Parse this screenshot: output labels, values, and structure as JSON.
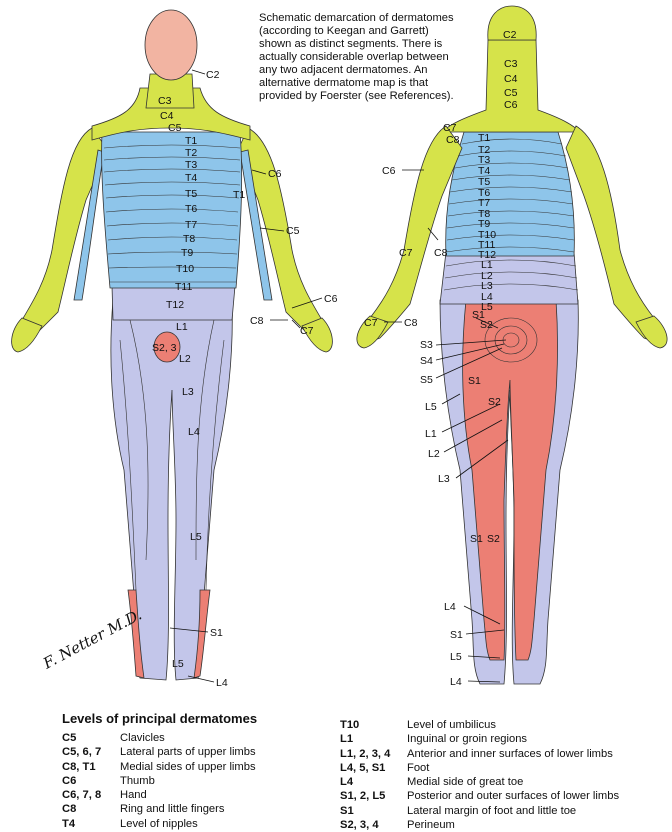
{
  "note": [
    "Schematic demarcation of dermatomes",
    "(according to Keegan and Garrett)",
    "shown as distinct segments. There is",
    "actually considerable overlap between",
    "any two adjacent dermatomes. An",
    "alternative dermatome map is that",
    "provided by Foerster (see References)."
  ],
  "signature": "F. Netter M.D.",
  "colors": {
    "cervical": "#d6e34a",
    "thoracic": "#8ec5ea",
    "lumbar": "#c3c6ea",
    "sacral": "#ec7f74",
    "skin": "#f2b4a2",
    "line": "#333333"
  },
  "front_labels": [
    {
      "id": "f-c2",
      "text": "C2"
    },
    {
      "id": "f-c3",
      "text": "C3"
    },
    {
      "id": "f-c4",
      "text": "C4"
    },
    {
      "id": "f-c5",
      "text": "C5"
    },
    {
      "id": "f-t1",
      "text": "T1"
    },
    {
      "id": "f-t2",
      "text": "T2"
    },
    {
      "id": "f-t3",
      "text": "T3"
    },
    {
      "id": "f-t4",
      "text": "T4"
    },
    {
      "id": "f-t5",
      "text": "T5"
    },
    {
      "id": "f-t6",
      "text": "T6"
    },
    {
      "id": "f-t7",
      "text": "T7"
    },
    {
      "id": "f-t8",
      "text": "T8"
    },
    {
      "id": "f-t9",
      "text": "T9"
    },
    {
      "id": "f-t10",
      "text": "T10"
    },
    {
      "id": "f-t11",
      "text": "T11"
    },
    {
      "id": "f-t12",
      "text": "T12"
    },
    {
      "id": "f-t1arm",
      "text": "T1"
    },
    {
      "id": "f-c6",
      "text": "C6"
    },
    {
      "id": "f-c5arm",
      "text": "C5"
    },
    {
      "id": "f-c6hand",
      "text": "C6"
    },
    {
      "id": "f-c8",
      "text": "C8"
    },
    {
      "id": "f-c7",
      "text": "C7"
    },
    {
      "id": "f-l1",
      "text": "L1"
    },
    {
      "id": "f-s23",
      "text": "S2, 3"
    },
    {
      "id": "f-l2",
      "text": "L2"
    },
    {
      "id": "f-l3",
      "text": "L3"
    },
    {
      "id": "f-l4",
      "text": "L4"
    },
    {
      "id": "f-l5",
      "text": "L5"
    },
    {
      "id": "f-s1",
      "text": "S1"
    },
    {
      "id": "f-l5foot",
      "text": "L5"
    },
    {
      "id": "f-l4foot",
      "text": "L4"
    }
  ],
  "back_labels": [
    {
      "id": "b-c2",
      "text": "C2"
    },
    {
      "id": "b-c3",
      "text": "C3"
    },
    {
      "id": "b-c4",
      "text": "C4"
    },
    {
      "id": "b-c5",
      "text": "C5"
    },
    {
      "id": "b-c6",
      "text": "C6"
    },
    {
      "id": "b-c7",
      "text": "C7"
    },
    {
      "id": "b-c8",
      "text": "C8"
    },
    {
      "id": "b-t1",
      "text": "T1"
    },
    {
      "id": "b-t2",
      "text": "T2"
    },
    {
      "id": "b-t3",
      "text": "T3"
    },
    {
      "id": "b-t4",
      "text": "T4"
    },
    {
      "id": "b-t5",
      "text": "T5"
    },
    {
      "id": "b-t6",
      "text": "T6"
    },
    {
      "id": "b-t7",
      "text": "T7"
    },
    {
      "id": "b-t8",
      "text": "T8"
    },
    {
      "id": "b-t9",
      "text": "T9"
    },
    {
      "id": "b-t10",
      "text": "T10"
    },
    {
      "id": "b-t11",
      "text": "T11"
    },
    {
      "id": "b-t12",
      "text": "T12"
    },
    {
      "id": "b-l1",
      "text": "L1"
    },
    {
      "id": "b-l2",
      "text": "L2"
    },
    {
      "id": "b-l3",
      "text": "L3"
    },
    {
      "id": "b-l4",
      "text": "L4"
    },
    {
      "id": "b-l5",
      "text": "L5"
    },
    {
      "id": "b-s1",
      "text": "S1"
    },
    {
      "id": "b-s2",
      "text": "S2"
    },
    {
      "id": "b-c6arm",
      "text": "C6"
    },
    {
      "id": "b-c7arm",
      "text": "C7"
    },
    {
      "id": "b-c8arm",
      "text": "C8"
    },
    {
      "id": "b-c7hand",
      "text": "C7"
    },
    {
      "id": "b-c8hand",
      "text": "C8"
    },
    {
      "id": "b-s3",
      "text": "S3"
    },
    {
      "id": "b-s4",
      "text": "S4"
    },
    {
      "id": "b-s5",
      "text": "S5"
    },
    {
      "id": "b-s1leg",
      "text": "S1"
    },
    {
      "id": "b-l5leg",
      "text": "L5"
    },
    {
      "id": "b-s2leg",
      "text": "S2"
    },
    {
      "id": "b-l1leg",
      "text": "L1"
    },
    {
      "id": "b-l2leg",
      "text": "L2"
    },
    {
      "id": "b-l3leg",
      "text": "L3"
    },
    {
      "id": "b-s1calf",
      "text": "S1"
    },
    {
      "id": "b-s2calf",
      "text": "S2"
    },
    {
      "id": "b-l4foot",
      "text": "L4"
    },
    {
      "id": "b-s1foot",
      "text": "S1"
    },
    {
      "id": "b-l5foot",
      "text": "L5"
    },
    {
      "id": "b-l4heel",
      "text": "L4"
    }
  ],
  "key_title": "Levels of principal dermatomes",
  "key_left": [
    {
      "code": "C5",
      "desc": "Clavicles"
    },
    {
      "code": "C5, 6, 7",
      "desc": "Lateral parts of upper limbs"
    },
    {
      "code": "C8, T1",
      "desc": "Medial sides of upper limbs"
    },
    {
      "code": "C6",
      "desc": "Thumb"
    },
    {
      "code": "C6, 7, 8",
      "desc": "Hand"
    },
    {
      "code": "C8",
      "desc": "Ring and little fingers"
    },
    {
      "code": "T4",
      "desc": "Level of nipples"
    }
  ],
  "key_right": [
    {
      "code": "T10",
      "desc": "Level of umbilicus"
    },
    {
      "code": "L1",
      "desc": "Inguinal or groin regions"
    },
    {
      "code": "L1, 2, 3, 4",
      "desc": "Anterior and inner surfaces of lower limbs"
    },
    {
      "code": "L4, 5, S1",
      "desc": "Foot"
    },
    {
      "code": "L4",
      "desc": "Medial side of great toe"
    },
    {
      "code": "S1, 2, L5",
      "desc": "Posterior and outer surfaces of lower limbs"
    },
    {
      "code": "S1",
      "desc": "Lateral margin of foot and little toe"
    },
    {
      "code": "S2, 3, 4",
      "desc": "Perineum"
    }
  ]
}
